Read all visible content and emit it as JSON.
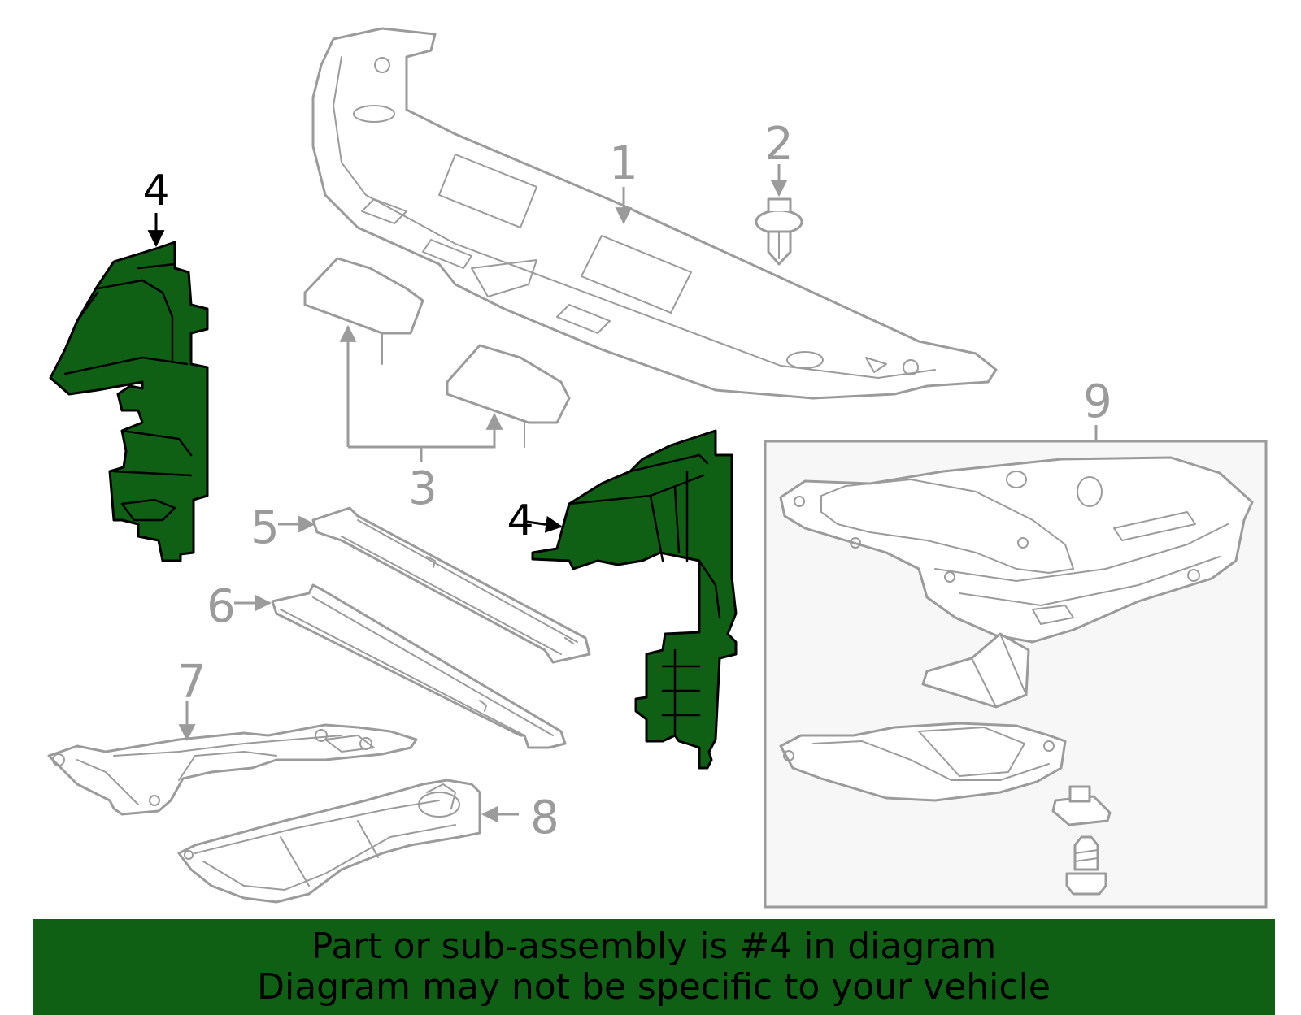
{
  "callouts": {
    "c1": "1",
    "c2": "2",
    "c3": "3",
    "c4_left": "4",
    "c4_center": "4",
    "c5": "5",
    "c6": "6",
    "c7": "7",
    "c8": "8",
    "c9": "9"
  },
  "colors": {
    "highlight": "#0f5f14",
    "outline": "#9b9b9b",
    "callout_highlight": "#000000"
  },
  "highlighted_part": "4",
  "banner": {
    "line1": "Part or sub-assembly is #4 in diagram",
    "line2": "Diagram may not be specific to your vehicle"
  }
}
